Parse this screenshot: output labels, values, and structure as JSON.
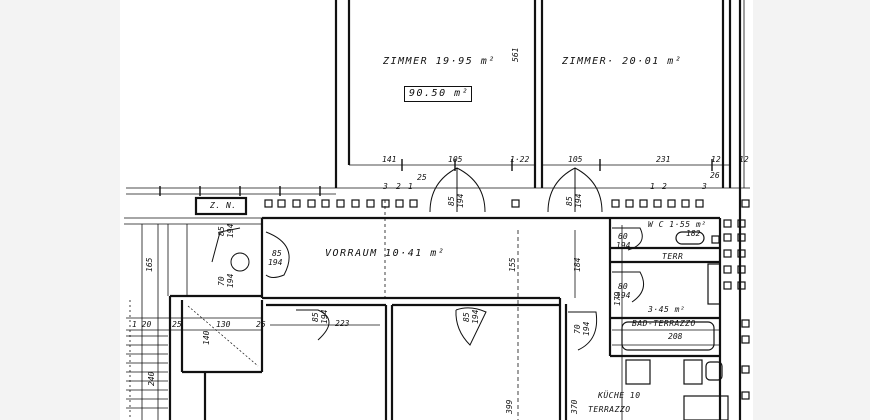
{
  "rooms": {
    "zimmer_1": "ZIMMER  19·95 m²",
    "zimmer_2": "ZIMMER·  20·01 m²",
    "total_area": "90.50 m²",
    "vorraum": "VORRAUM  10·41 m²",
    "wc": "W C  1·55 m²",
    "terr": "TERR",
    "bad": "BAD-TERRAZZO",
    "bad_area": "3·45 m²",
    "kueche": "KÜCHE 10",
    "kueche_floor": "TERRAZZO",
    "zn": "Z. N."
  },
  "dimensions": {
    "d561": "561",
    "d141": "141",
    "d105a": "105",
    "d122": "1·22",
    "d105b": "105",
    "d231": "231",
    "d12a": "12",
    "d12b": "12",
    "d3": "3",
    "d2": "2",
    "d1": "1",
    "d25": "25",
    "d1b": "1",
    "d2b": "2",
    "d3b": "3",
    "d26": "26",
    "d165": "165",
    "d155": "155",
    "d184": "184",
    "d223": "223",
    "d120": "1 20",
    "d25b": "25",
    "d140": "140",
    "d130": "130",
    "d25c": "25",
    "d240": "240",
    "d399": "399",
    "d370": "370",
    "d208": "208",
    "d182": "182",
    "d179": "179"
  },
  "doors": [
    {
      "name": "door-zimmer-1",
      "a": "85",
      "b": "194"
    },
    {
      "name": "door-zimmer-2",
      "a": "85",
      "b": "194"
    },
    {
      "name": "door-vorraum-left",
      "a": "85",
      "b": "194"
    },
    {
      "name": "door-lower-1",
      "a": "85",
      "b": "194"
    },
    {
      "name": "door-lower-2",
      "a": "85",
      "b": "194"
    },
    {
      "name": "door-wc",
      "a": "60",
      "b": "194"
    },
    {
      "name": "door-bad",
      "a": "80",
      "b": "194"
    },
    {
      "name": "door-kueche",
      "a": "70",
      "b": "194"
    },
    {
      "name": "door-zn-1",
      "a": "85",
      "b": "194"
    },
    {
      "name": "door-zn-2",
      "a": "70",
      "b": "194"
    }
  ]
}
